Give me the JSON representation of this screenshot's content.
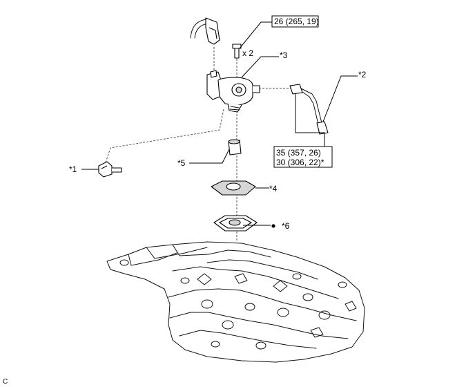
{
  "callouts": {
    "part1": "*1",
    "part2": "*2",
    "part3": "*3",
    "part4": "*4",
    "part5": "*5",
    "part6": "*6"
  },
  "torque": {
    "bolt_spec": "26 (265, 19)",
    "bolt_qty": "x 2",
    "pipe_spec_line1": "35 (357, 26)",
    "pipe_spec_line2": "30 (306, 22)*"
  },
  "footer_code": "C"
}
